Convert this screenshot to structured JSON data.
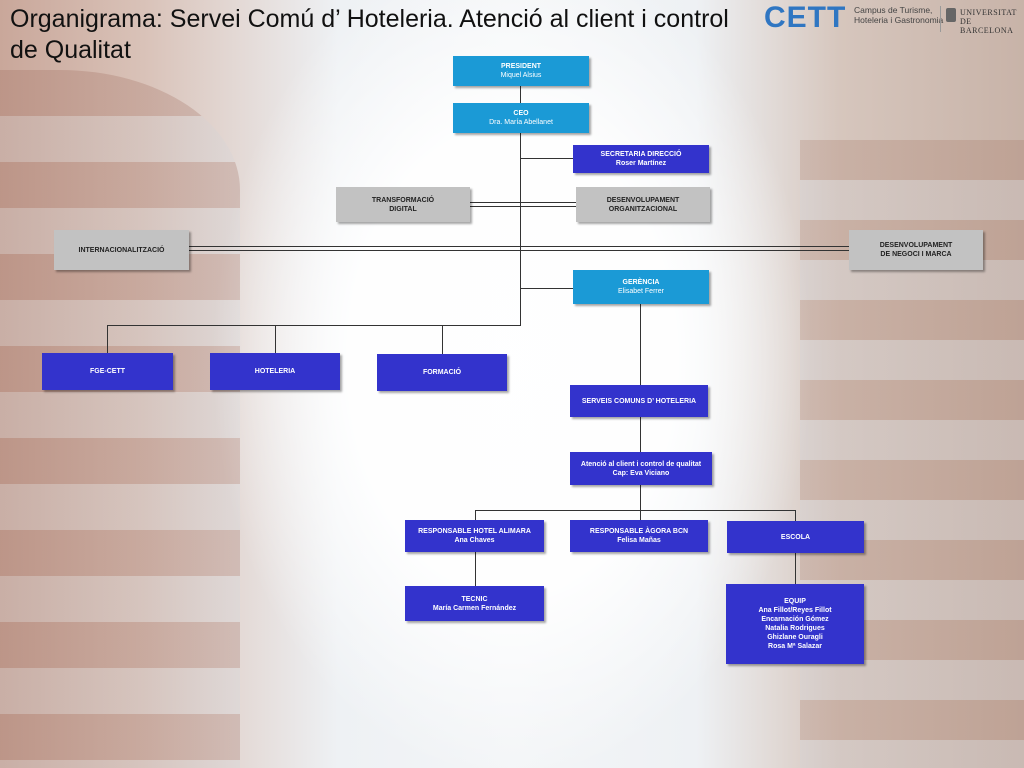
{
  "title": "Organigrama: Servei Comú d’ Hoteleria. Atenció al client i control de Qualitat",
  "logo": {
    "cett": "CETT",
    "campus_lines": "Campus de Turisme, Hoteleria i Gastronomia",
    "ub": "UNIVERSITAT DE BARCELONA"
  },
  "nodes": {
    "president": {
      "label": "PRESIDENT",
      "sub": "Miquel Alsius"
    },
    "ceo": {
      "label": "CEO",
      "sub": "Dra. María Abellanet"
    },
    "secretaria": {
      "label": "SECRETARIA DIRECCIÓ",
      "sub": "Roser Martínez"
    },
    "transformacio": {
      "label": "TRANSFORMACIÓ\nDIGITAL"
    },
    "desenvolupament_org": {
      "label": "DESENVOLUPAMENT\nORGANITZACIONAL"
    },
    "internacionalitzacio": {
      "label": "INTERNACIONALITZACIÓ"
    },
    "desenvolupament_negoci": {
      "label": "DESENVOLUPAMENT\nDE NEGOCI I MARCA"
    },
    "gerencia": {
      "label": "GERÈNCIA",
      "sub": "Elisabet Ferrer"
    },
    "fge": {
      "label": "FGE-CETT"
    },
    "hoteleria": {
      "label": "HOTELERIA"
    },
    "formacio": {
      "label": "FORMACIÓ"
    },
    "serveis": {
      "label": "SERVEIS COMUNS D’ HOTELERIA"
    },
    "atencio": {
      "label": "Atenció al client i control de qualitat",
      "sub": "Cap: Eva Viciano"
    },
    "resp_alimara": {
      "label": "RESPONSABLE HOTEL ALIMARA",
      "sub": "Ana Chaves"
    },
    "resp_agora": {
      "label": "RESPONSABLE ÀGORA BCN",
      "sub": "Felisa Mañas"
    },
    "escola": {
      "label": "ESCOLA"
    },
    "tecnic": {
      "label": "TECNIC",
      "sub": "María Carmen Fernández"
    },
    "equip": {
      "label": "EQUIP",
      "sub": "Ana  Fillot/Reyes Fillot\nEncarnación Gómez\nNatalia Rodrigues\nGhizlane Ouragli\nRosa Mª Salazar"
    }
  },
  "colors": {
    "cyan": "#1b9ad6",
    "blue": "#3333cc",
    "gray": "#c2c2c2"
  }
}
